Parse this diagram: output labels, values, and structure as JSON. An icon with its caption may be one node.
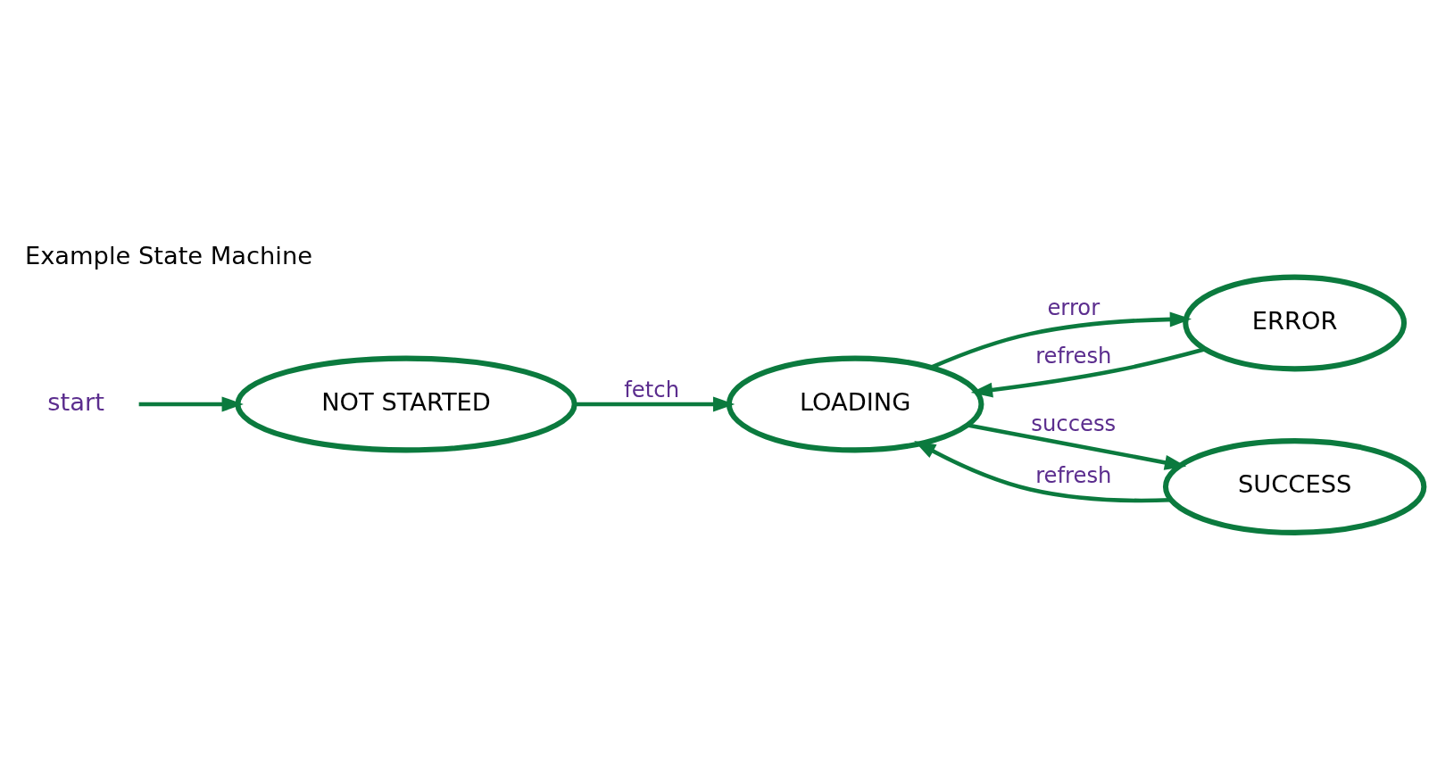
{
  "diagram": {
    "title": "Example State Machine",
    "nodes": [
      {
        "text": [
          "NOT STARTED"
        ]
      },
      {
        "text": [
          "LOADING"
        ]
      },
      {
        "text": [
          "ERROR"
        ]
      },
      {
        "text": [
          "SUCCESS"
        ]
      },
      {
        "text": [
          "start"
        ]
      }
    ],
    "edges": [
      {
        "from": 4,
        "to": 0,
        "arrow": "to"
      },
      {
        "from": 0,
        "to": 1,
        "arrow": "to",
        "label": "fetch"
      },
      {
        "from": 1,
        "to": 2,
        "arrow": "to",
        "label": "error"
      },
      {
        "from": 2,
        "to": 1,
        "arrow": "to",
        "label": "refresh"
      },
      {
        "from": 1,
        "to": 3,
        "arrow": "to",
        "label": "success"
      },
      {
        "from": 3,
        "to": 1,
        "arrow": "to",
        "label": "refresh"
      }
    ]
  }
}
